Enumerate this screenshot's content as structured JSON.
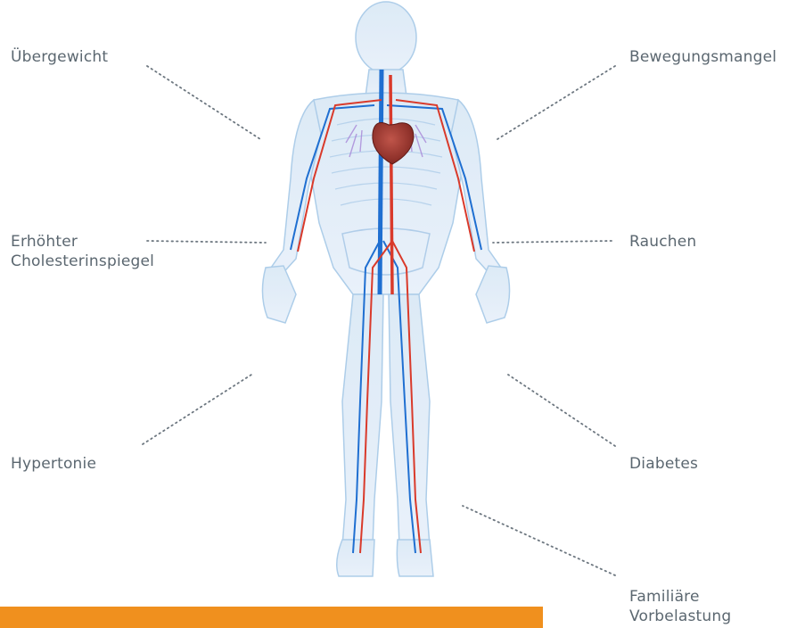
{
  "labels": {
    "overweight": "Übergewicht",
    "lack_of_exercise": "Bewegungsmangel",
    "cholesterol_line1": "Erhöhter",
    "cholesterol_line2": "Cholesterinspiegel",
    "smoking": "Rauchen",
    "hypertension": "Hypertonie",
    "diabetes": "Diabetes",
    "family_line1": "Familiäre",
    "family_line2": "Vorbelastung"
  },
  "colors": {
    "label_text": "#5b6770",
    "dotted_line": "#6d7780",
    "accent_bar": "#f0901e",
    "body_outline": "#9ec3e6",
    "vein": "#1f6fd1",
    "artery": "#d93a2b",
    "heart": "#8a2a24"
  },
  "figure": {
    "subject": "human-body-circulatory-system",
    "icon": "heart-icon"
  }
}
